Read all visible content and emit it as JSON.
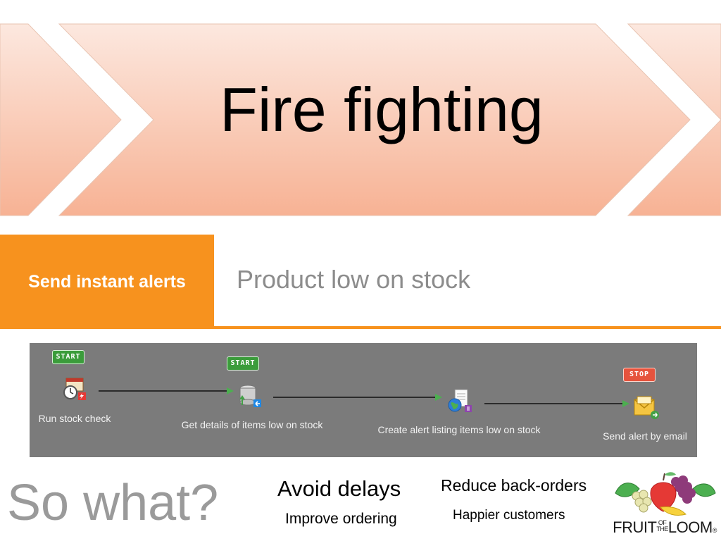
{
  "slide": {
    "title": "Fire fighting",
    "tag": "Send instant alerts",
    "subtitle": "Product low on stock"
  },
  "workflow": {
    "steps": [
      {
        "label": "Run stock check",
        "badge": "START",
        "icon": "clock-calendar-icon"
      },
      {
        "label": "Get details of items low on stock",
        "badge": "START",
        "icon": "database-icon"
      },
      {
        "label": "Create alert listing items low on stock",
        "badge": "",
        "icon": "globe-document-icon"
      },
      {
        "label": "Send alert by email",
        "badge": "STOP",
        "icon": "email-icon"
      }
    ]
  },
  "benefits": {
    "heading": "So what?",
    "items": [
      "Avoid delays",
      "Improve ordering",
      "Reduce back-orders",
      "Happier customers"
    ]
  },
  "brand": {
    "name": "FRUIT OF THE LOOM",
    "logo_text_main": "FRUIT",
    "logo_text_of": "OF",
    "logo_text_the": "THE",
    "logo_text_end": "LOOM"
  },
  "colors": {
    "accent": "#f7921e",
    "banner_top": "#fbe3d8",
    "banner_bottom": "#f7b595",
    "workflow_bg": "#7b7b7b"
  }
}
